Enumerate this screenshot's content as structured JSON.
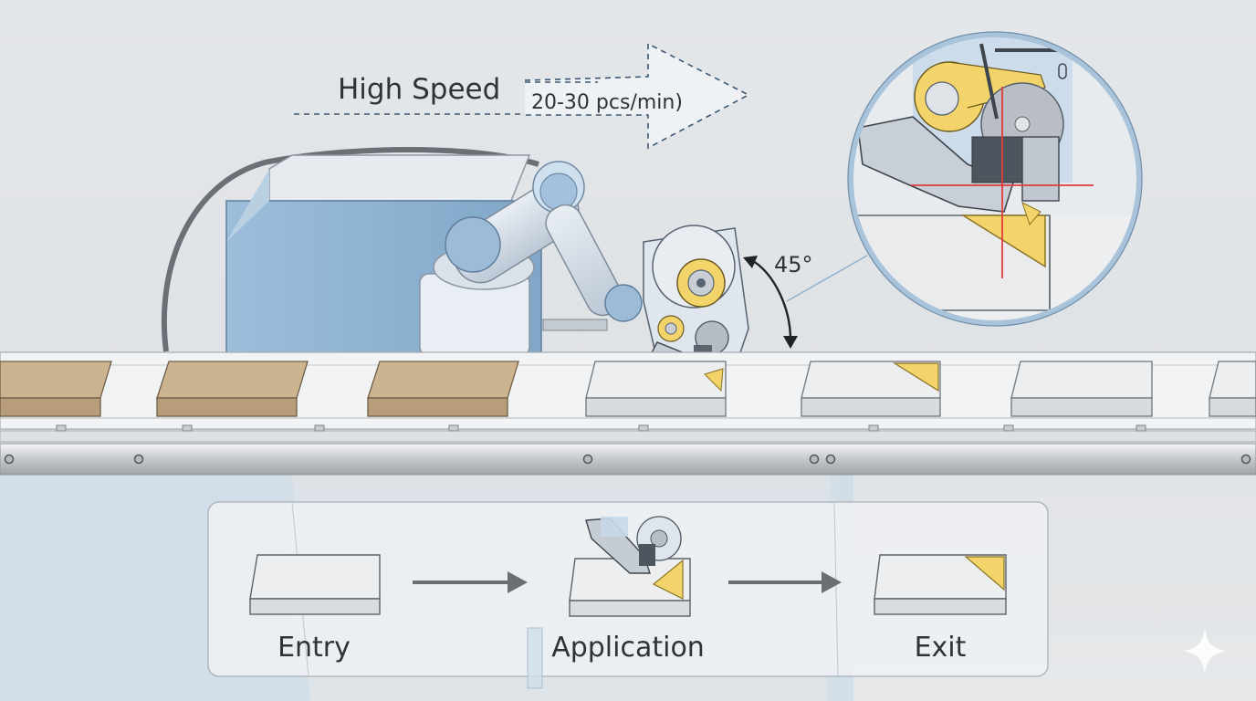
{
  "speed": {
    "title": "High Speed",
    "rate": "20-30 pcs/min)"
  },
  "angle": {
    "label": "45°"
  },
  "steps": [
    {
      "label": "Entry"
    },
    {
      "label": "Application"
    },
    {
      "label": "Exit"
    }
  ],
  "colors": {
    "machine_blue": "#8fb4d4",
    "label_yellow": "#f2d46a",
    "crosshair_red": "#e23b3b",
    "box_brown": "#c7ad8c",
    "box_white": "#eceeef"
  },
  "icons": [
    "sparkle-icon",
    "curved-double-arrow-icon",
    "dashed-arrow-icon"
  ]
}
